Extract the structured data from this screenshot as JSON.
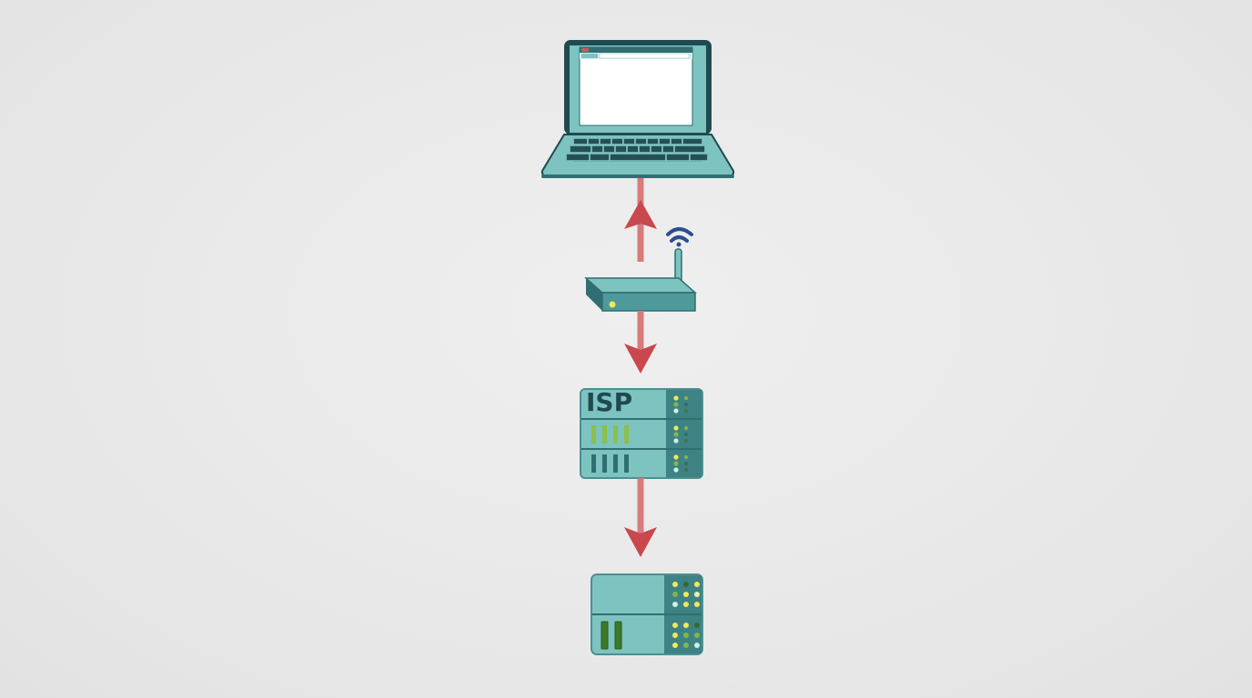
{
  "diagram": {
    "type": "network-path",
    "nodes": [
      {
        "id": "laptop",
        "label": "",
        "kind": "laptop-client"
      },
      {
        "id": "router",
        "label": "",
        "kind": "wifi-router"
      },
      {
        "id": "isp",
        "label": "ISP",
        "kind": "isp-server-rack"
      },
      {
        "id": "server",
        "label": "",
        "kind": "destination-server"
      }
    ],
    "edges": [
      {
        "from": "router",
        "to": "laptop",
        "direction": "up"
      },
      {
        "from": "router",
        "to": "isp",
        "direction": "down"
      },
      {
        "from": "isp",
        "to": "server",
        "direction": "down"
      }
    ],
    "colors": {
      "background": "#ebebeb",
      "device_teal": "#7dc3c0",
      "device_dark": "#2f6e72",
      "outline": "#1f4a50",
      "arrow": "#c9585c",
      "arrow_shaft": "#d77b7c",
      "wifi": "#2a4f8f",
      "led_yellow": "#f2d95a",
      "led_green": "#7fb84a",
      "bar_green": "#4f8a2c"
    }
  },
  "isp": {
    "label": "ISP"
  }
}
